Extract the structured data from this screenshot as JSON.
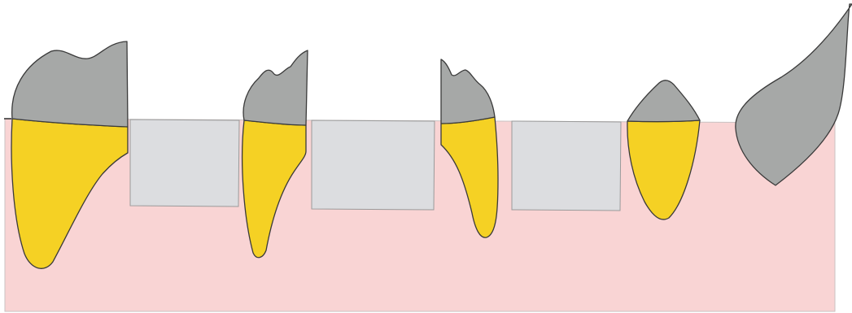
{
  "diagram": {
    "kind": "dental cross-section illustration",
    "colors": {
      "background": "#ffffff",
      "gum_tissue": "#f9d4d4",
      "gum_border": "#c9c2c2",
      "crown": "#a6a8a7",
      "root": "#f5d124",
      "outline": "#3a3a3a",
      "gap_block": "#dcdde0",
      "gap_border": "#9a9a9a"
    },
    "parts": [
      {
        "id": "tooth-1",
        "type": "tooth",
        "parts": [
          "crown",
          "root"
        ]
      },
      {
        "id": "gap-1",
        "type": "missing-tooth-space"
      },
      {
        "id": "tooth-2",
        "type": "tooth",
        "parts": [
          "crown",
          "root"
        ]
      },
      {
        "id": "gap-2",
        "type": "missing-tooth-space"
      },
      {
        "id": "tooth-3",
        "type": "tooth",
        "parts": [
          "crown",
          "root"
        ]
      },
      {
        "id": "gap-3",
        "type": "missing-tooth-space"
      },
      {
        "id": "tooth-4",
        "type": "tooth",
        "parts": [
          "crown",
          "root"
        ]
      },
      {
        "id": "tooth-5",
        "type": "tooth",
        "parts": [
          "crown"
        ]
      }
    ]
  }
}
